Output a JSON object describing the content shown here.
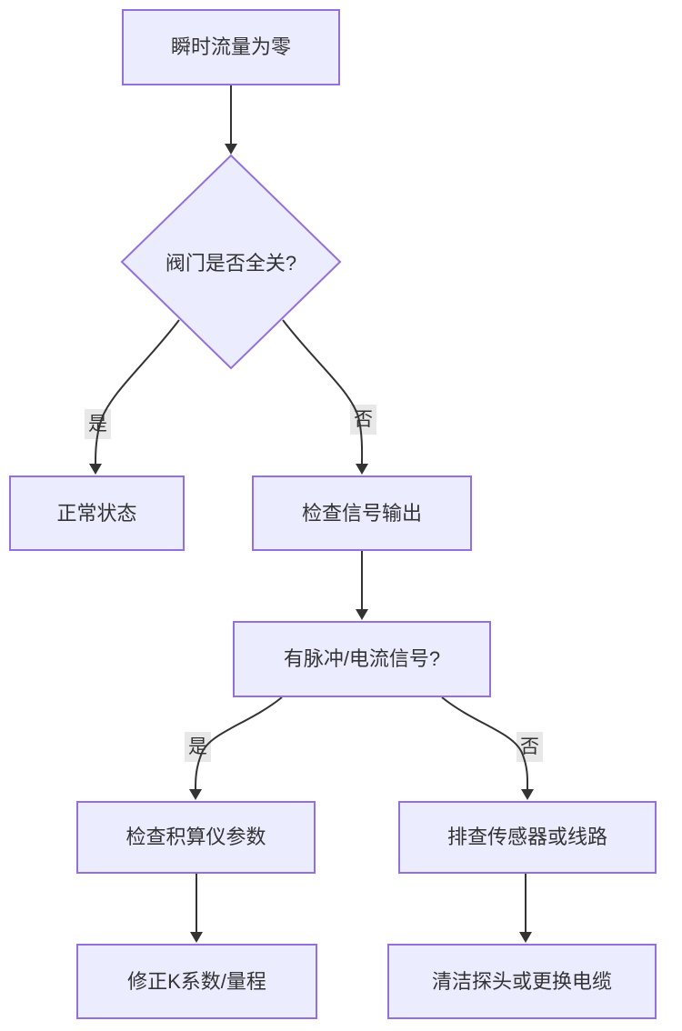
{
  "diagram": {
    "type": "flowchart-top-down",
    "title_context": "瞬时流量为零故障排查流程",
    "nodes": {
      "start": {
        "label": "瞬时流量为零",
        "shape": "rect"
      },
      "valve_q": {
        "label": "阀门是否全关?",
        "shape": "diamond"
      },
      "normal": {
        "label": "正常状态",
        "shape": "rect"
      },
      "check_signal": {
        "label": "检查信号输出",
        "shape": "rect"
      },
      "signal_q": {
        "label": "有脉冲/电流信号?",
        "shape": "rect"
      },
      "check_totalizer": {
        "label": "检查积算仪参数",
        "shape": "rect"
      },
      "check_sensor": {
        "label": "排查传感器或线路",
        "shape": "rect"
      },
      "fix_k": {
        "label": "修正K系数/量程",
        "shape": "rect"
      },
      "clean_probe": {
        "label": "清洁探头或更换电缆",
        "shape": "rect"
      }
    },
    "edge_labels": {
      "yes1": "是",
      "no1": "否",
      "yes2": "是",
      "no2": "否"
    },
    "edges": [
      {
        "from": "start",
        "to": "valve_q",
        "label": ""
      },
      {
        "from": "valve_q",
        "to": "normal",
        "label": "是"
      },
      {
        "from": "valve_q",
        "to": "check_signal",
        "label": "否"
      },
      {
        "from": "check_signal",
        "to": "signal_q",
        "label": ""
      },
      {
        "from": "signal_q",
        "to": "check_totalizer",
        "label": "是"
      },
      {
        "from": "signal_q",
        "to": "check_sensor",
        "label": "否"
      },
      {
        "from": "check_totalizer",
        "to": "fix_k",
        "label": ""
      },
      {
        "from": "check_sensor",
        "to": "clean_probe",
        "label": ""
      }
    ],
    "colors": {
      "node_fill": "#ECECFF",
      "node_border": "#9370DB",
      "edge_stroke": "#333333",
      "edge_label_bg": "#e8e8e8",
      "text": "#333333",
      "background": "#ffffff"
    }
  }
}
